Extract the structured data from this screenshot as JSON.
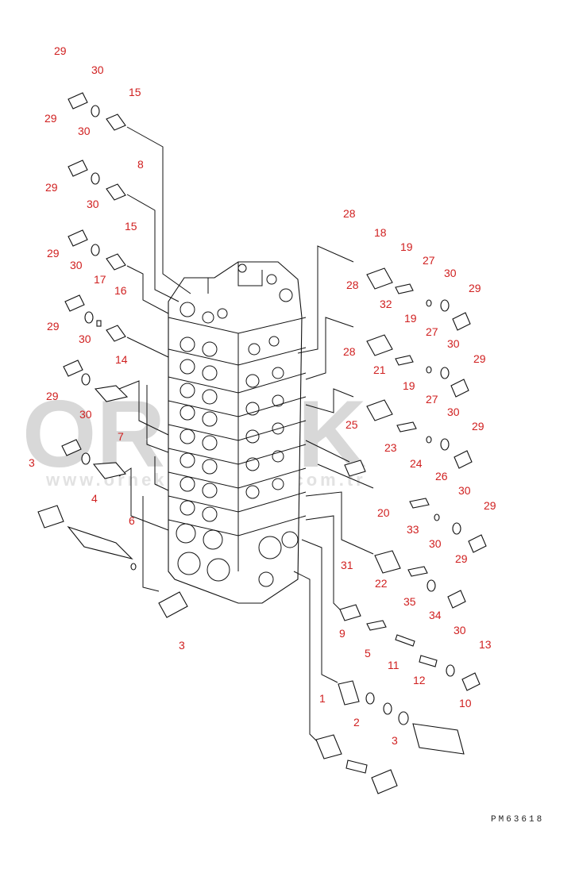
{
  "drawing_code": "PM63618",
  "watermark": {
    "brand": "ORNEK",
    "url": "www.ornekmakinalari.com.tr"
  },
  "labels": {
    "l29a": "29",
    "l30a": "30",
    "l15a": "15",
    "l29b": "29",
    "l30b": "30",
    "l8": "8",
    "l29c": "29",
    "l30c": "30",
    "l15b": "15",
    "l29d": "29",
    "l30d": "30",
    "l17": "17",
    "l16": "16",
    "l29e": "29",
    "l30e": "30",
    "l14": "14",
    "l29f": "29",
    "l30f": "30",
    "l7": "7",
    "l3a": "3",
    "l4": "4",
    "l6": "6",
    "l3b": "3",
    "l28a": "28",
    "l18": "18",
    "l19a": "19",
    "l27a": "27",
    "l30g": "30",
    "l29g": "29",
    "l28b": "28",
    "l32": "32",
    "l19b": "19",
    "l27b": "27",
    "l30h": "30",
    "l29h": "29",
    "l28c": "28",
    "l21": "21",
    "l19c": "19",
    "l27c": "27",
    "l30i": "30",
    "l29i": "29",
    "l25": "25",
    "l23": "23",
    "l24": "24",
    "l26": "26",
    "l30j": "30",
    "l29j": "29",
    "l20": "20",
    "l33": "33",
    "l30k": "30",
    "l29k": "29",
    "l31": "31",
    "l22": "22",
    "l35": "35",
    "l34": "34",
    "l30l": "30",
    "l13": "13",
    "l9": "9",
    "l5": "5",
    "l11": "11",
    "l12": "12",
    "l10": "10",
    "l1": "1",
    "l2": "2",
    "l3c": "3"
  }
}
